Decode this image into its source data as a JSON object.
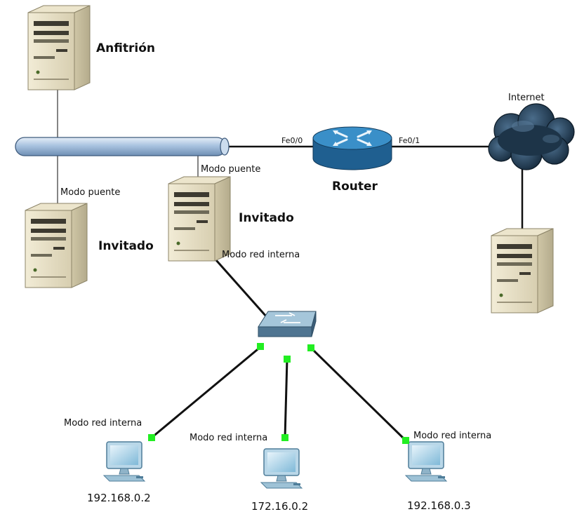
{
  "labels": {
    "host": "Anfitrión",
    "guest_left": "Invitado",
    "guest_mid": "Invitado",
    "router": "Router",
    "internet": "Internet",
    "fe0_0": "Fe0/0",
    "fe0_1": "Fe0/1",
    "bridge_left": "Modo puente",
    "bridge_mid": "Modo puente",
    "internal_guest": "Modo red interna",
    "internal_pc1": "Modo red interna",
    "internal_pc2": "Modo red interna",
    "internal_pc3": "Modo red interna"
  },
  "pcs": {
    "pc1_ip": "192.168.0.2",
    "pc2_ip": "172.16.0.2",
    "pc3_ip": "192.168.0.3"
  },
  "colors": {
    "bus": "#a9c3e0",
    "router": "#2f7fb8",
    "cloud": "#1d3448",
    "server": "#e3dcc2",
    "switch": "#6f93ab",
    "link_dot": "#22ee22",
    "pc_screen": "#7fb9d8"
  }
}
